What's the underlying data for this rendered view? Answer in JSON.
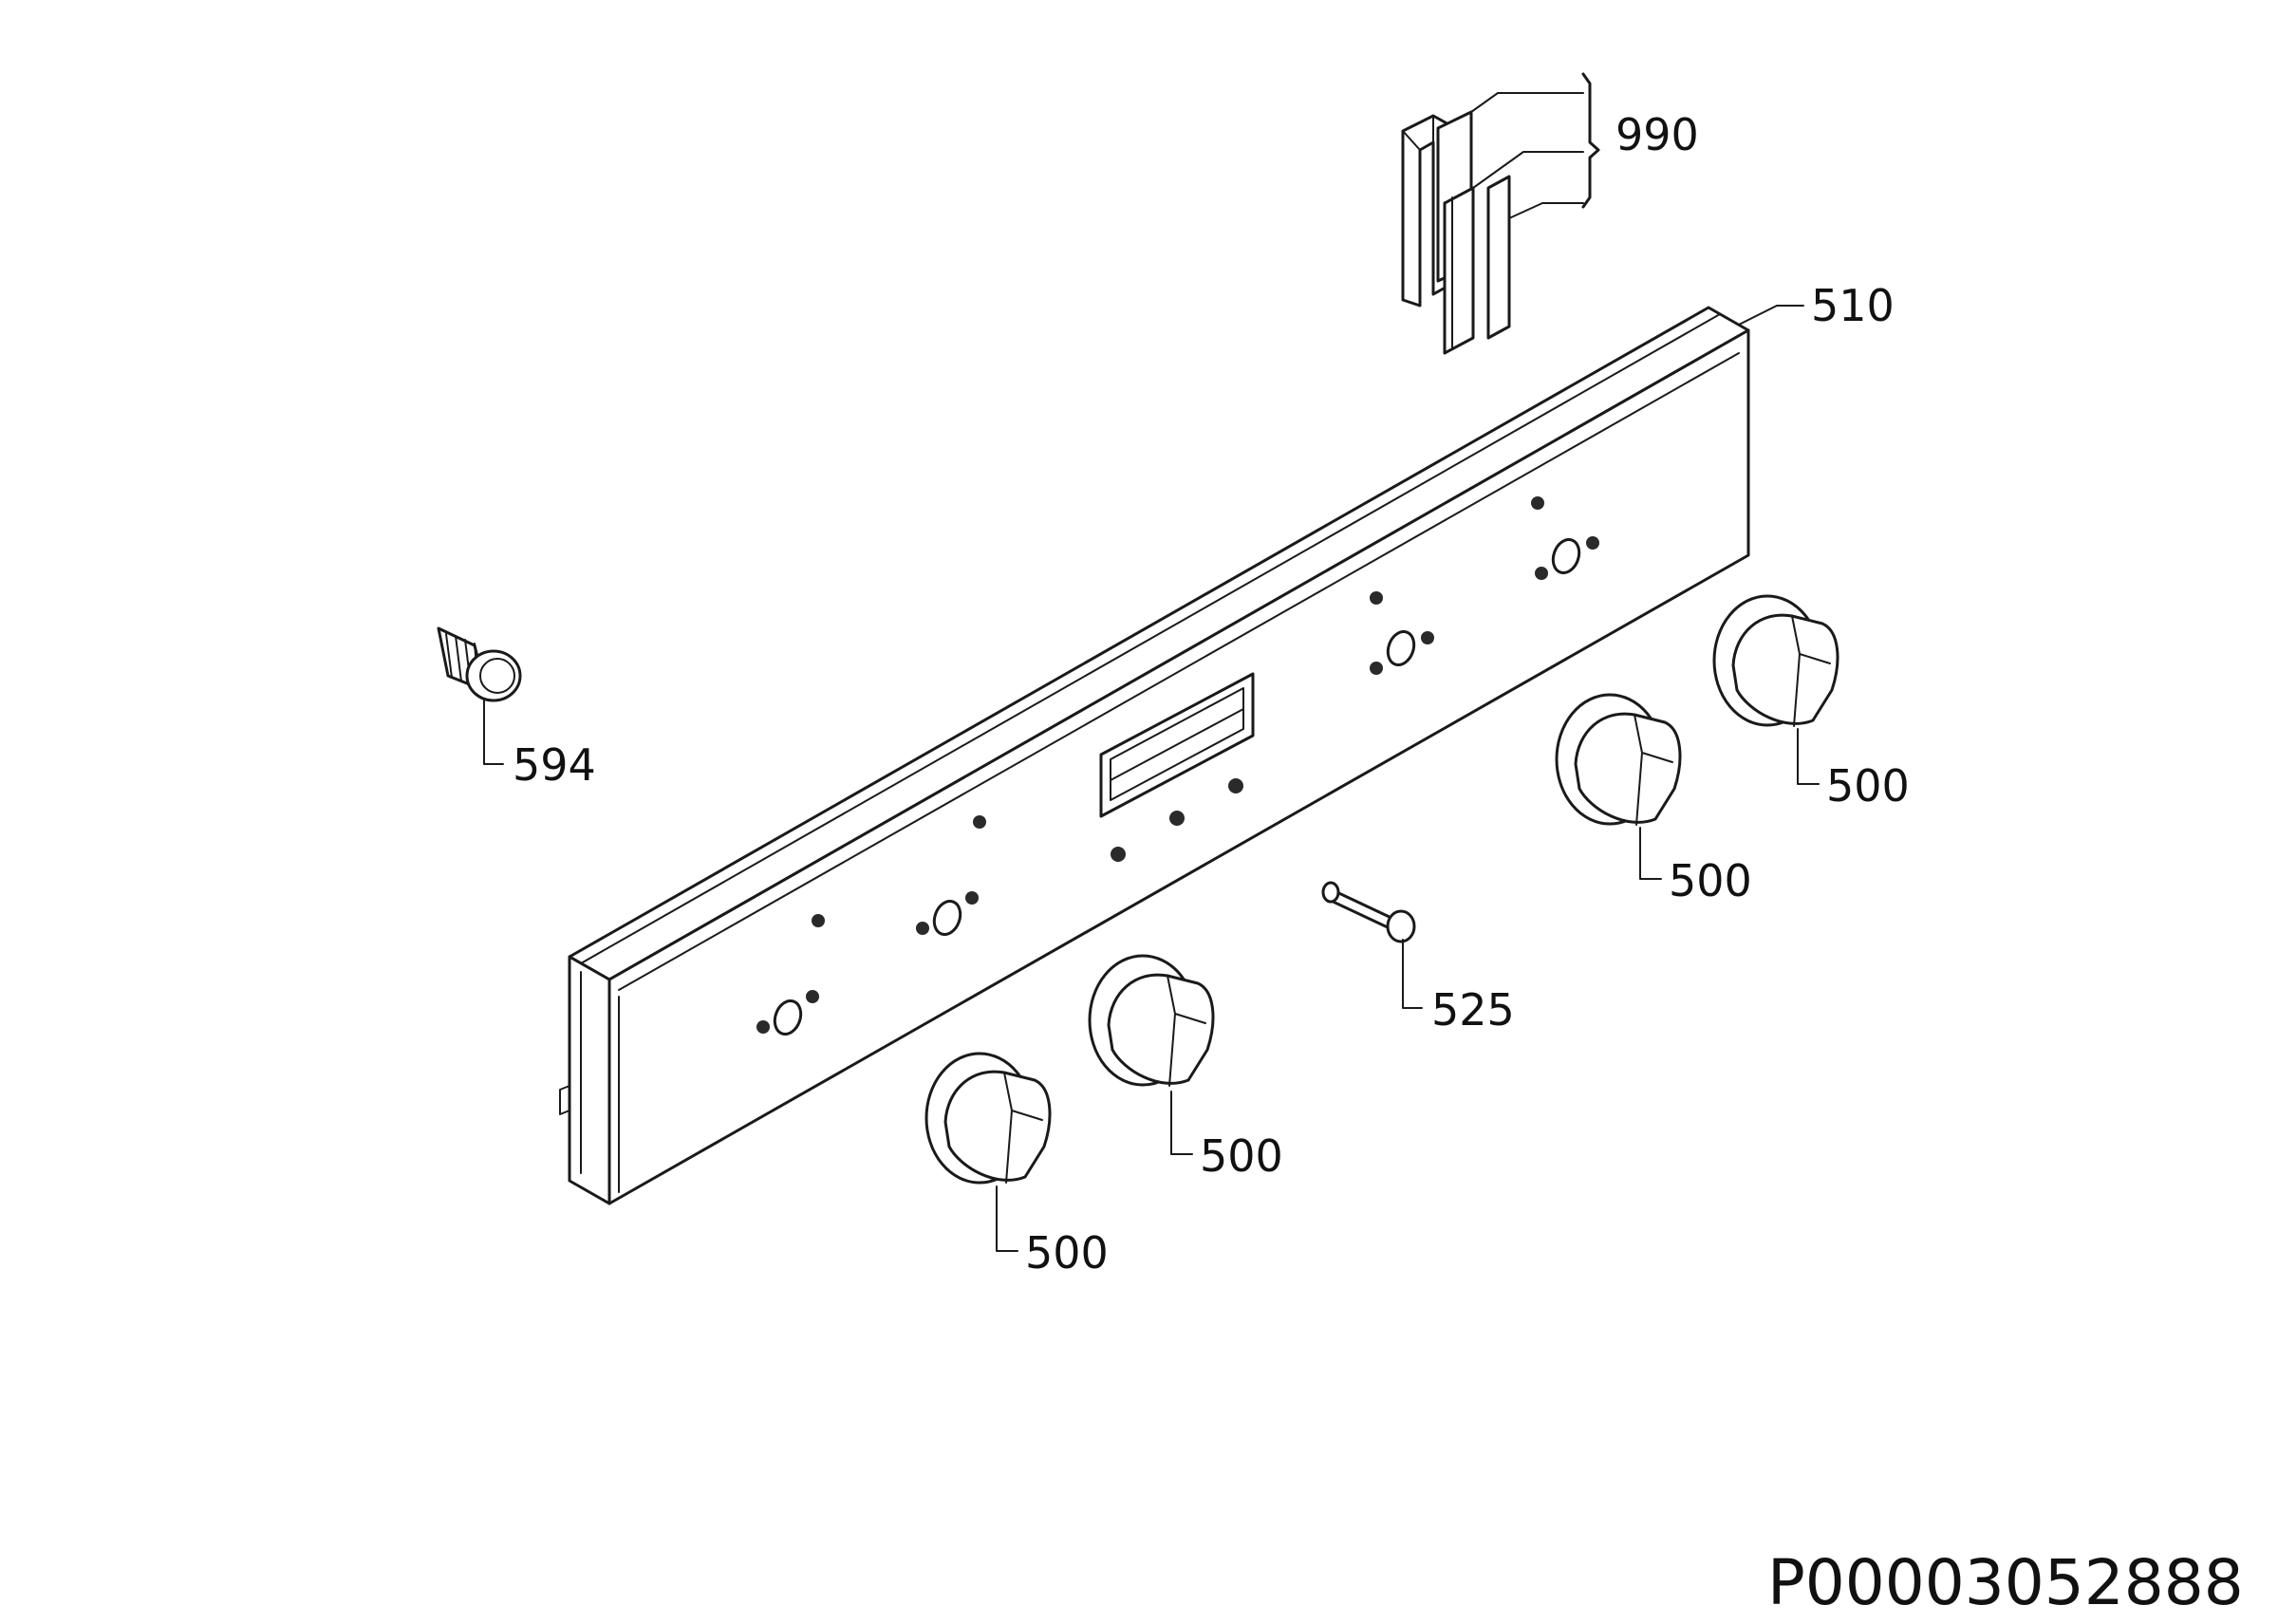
{
  "labels": {
    "bracket_set": "990",
    "control_panel": "510",
    "lamp": "594",
    "knob_1": "500",
    "knob_2": "500",
    "knob_3": "500",
    "knob_4": "500",
    "spindle": "525"
  },
  "drawing_code": "P00003052888"
}
